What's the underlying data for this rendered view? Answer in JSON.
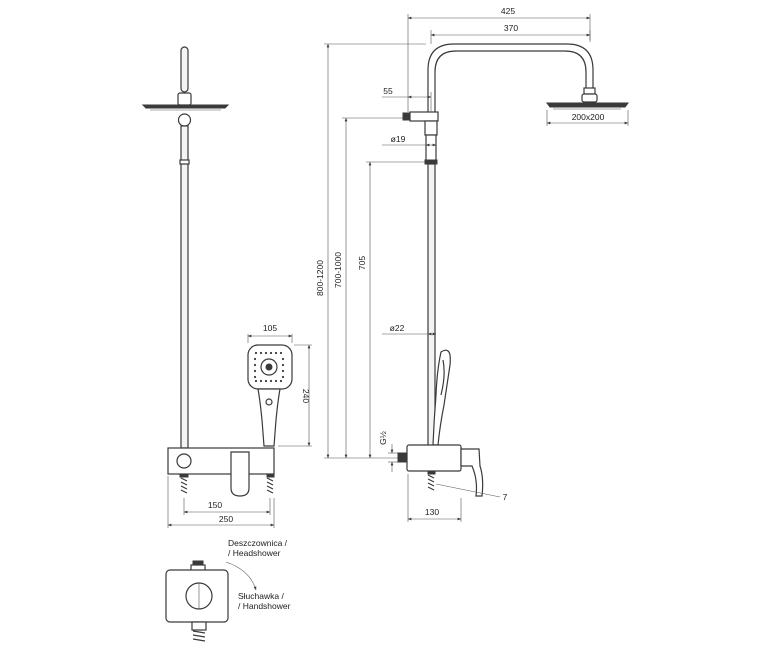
{
  "dimensions": {
    "d425": "425",
    "d370": "370",
    "d55": "55",
    "d19": "ø19",
    "d200": "200x200",
    "d800": "800-1200",
    "d700": "700-1000",
    "d705": "705",
    "d22": "ø22",
    "d105": "105",
    "d240": "240",
    "dg": "G½",
    "d7": "7",
    "d130": "130",
    "d150": "150",
    "d250": "250"
  },
  "labels": {
    "head1": "Deszczownica /",
    "head2": "/ Headshower",
    "hand1": "Słuchawka /",
    "hand2": "/ Handshower"
  }
}
